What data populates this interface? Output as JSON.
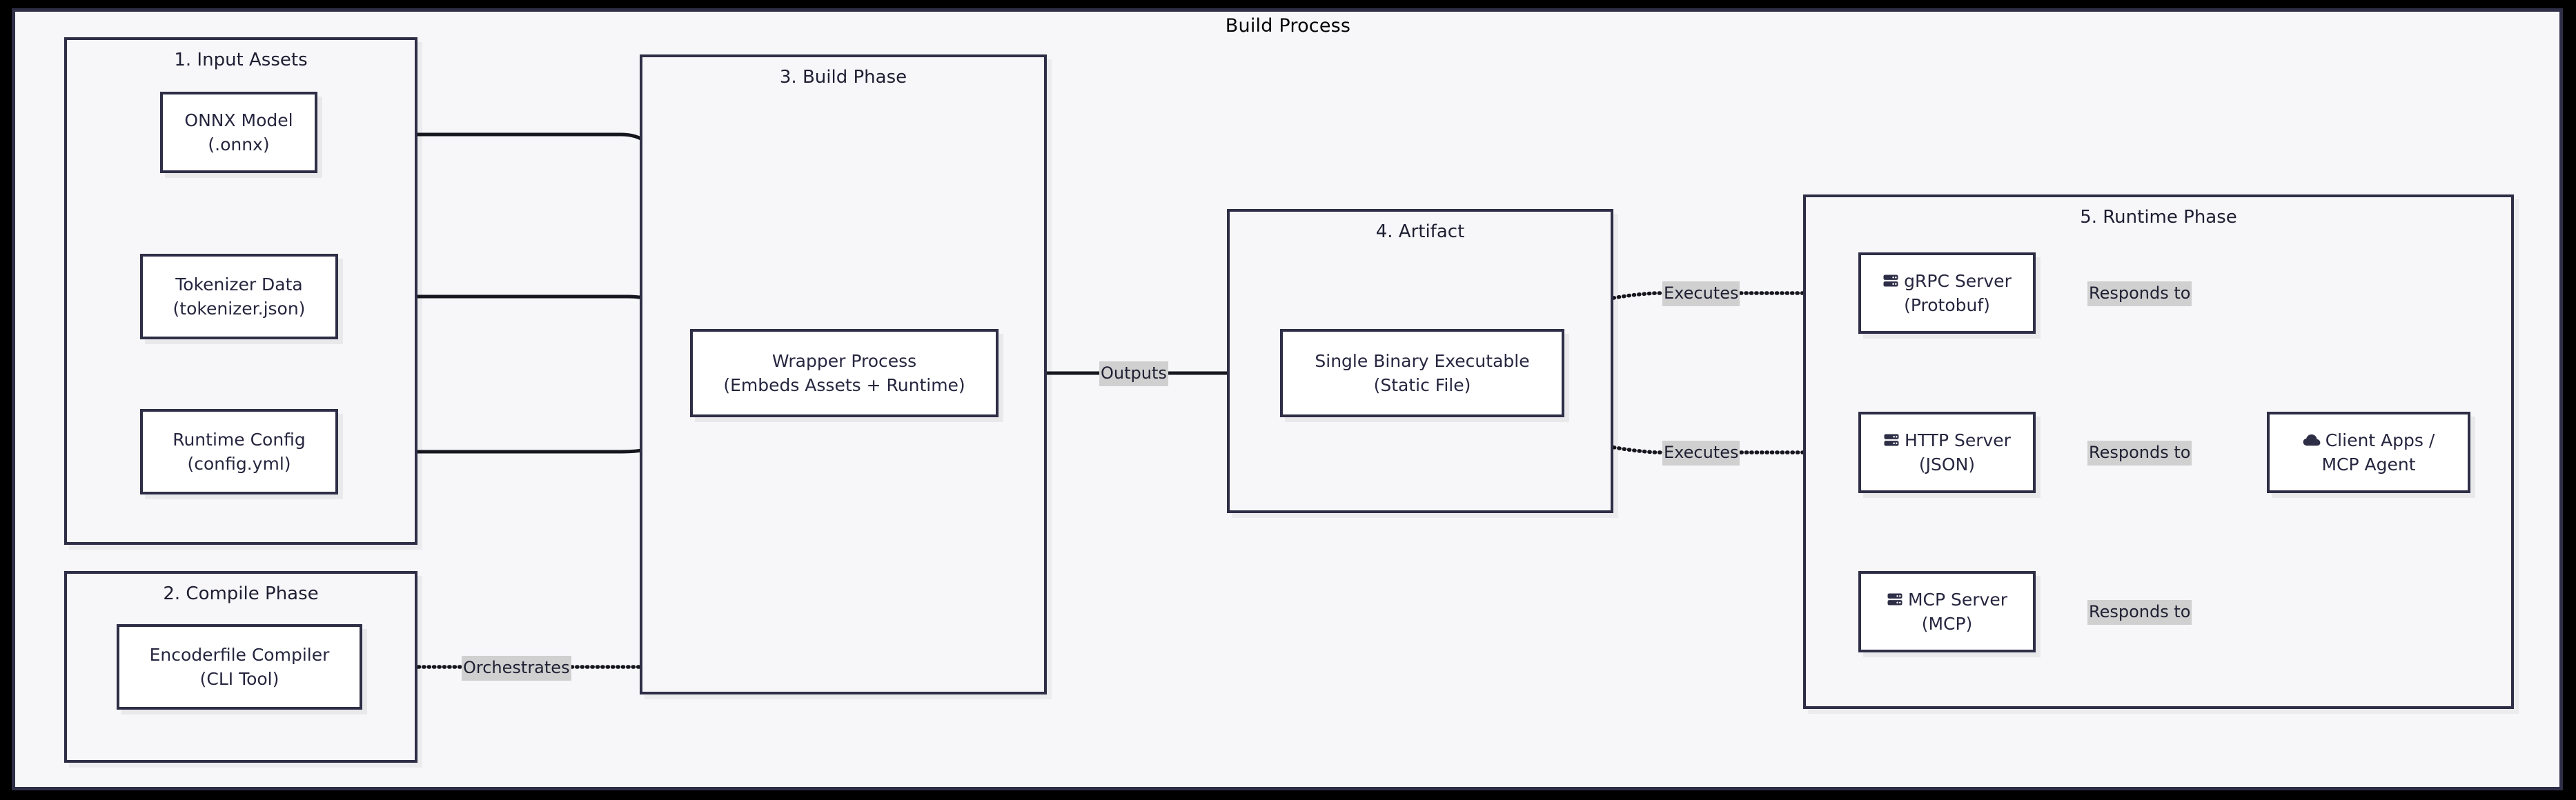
{
  "diagram": {
    "title": "Build Process",
    "type": "flowchart",
    "colors": {
      "page_background": "#000000",
      "canvas_background": "#f7f7fa",
      "stroke": "#2e2e47",
      "node_fill": "#ffffff",
      "edge_label_chip": "#d0d0d0",
      "text": "#262640"
    }
  },
  "clusters": [
    {
      "id": "input-assets",
      "title": "1. Input Assets"
    },
    {
      "id": "compile-phase",
      "title": "2. Compile Phase"
    },
    {
      "id": "build-phase",
      "title": "3. Build Phase"
    },
    {
      "id": "artifact",
      "title": "4. Artifact"
    },
    {
      "id": "runtime-phase",
      "title": "5. Runtime Phase"
    }
  ],
  "nodes": {
    "onnx_model": {
      "line1": "ONNX Model",
      "line2": "(.onnx)"
    },
    "tokenizer_data": {
      "line1": "Tokenizer Data",
      "line2": "(tokenizer.json)"
    },
    "runtime_config": {
      "line1": "Runtime Config",
      "line2": "(config.yml)"
    },
    "encoderfile": {
      "line1": "Encoderfile Compiler",
      "line2": "(CLI Tool)"
    },
    "wrapper_process": {
      "line1": "Wrapper Process",
      "line2": "(Embeds Assets + Runtime)"
    },
    "single_binary": {
      "line1": "Single Binary Executable",
      "line2": "(Static File)"
    },
    "grpc_server": {
      "icon": "server-icon",
      "line1": "gRPC Server",
      "line2": "(Protobuf)"
    },
    "http_server": {
      "icon": "server-icon",
      "line1": "HTTP Server",
      "line2": "(JSON)"
    },
    "mcp_server": {
      "icon": "server-icon",
      "line1": "MCP Server",
      "line2": "(MCP)"
    },
    "client_apps": {
      "icon": "cloud-icon",
      "line1": "Client Apps /",
      "line2": "MCP Agent"
    }
  },
  "edges": [
    {
      "id": "onnx-to-wrapper",
      "from": "onnx_model",
      "to": "wrapper_process",
      "label": "",
      "style": "solid"
    },
    {
      "id": "tokenizer-to-wrapper",
      "from": "tokenizer_data",
      "to": "wrapper_process",
      "label": "",
      "style": "solid"
    },
    {
      "id": "config-to-wrapper",
      "from": "runtime_config",
      "to": "wrapper_process",
      "label": "",
      "style": "solid"
    },
    {
      "id": "compiler-to-wrapper",
      "from": "encoderfile",
      "to": "wrapper_process",
      "label": "Orchestrates",
      "style": "dotted"
    },
    {
      "id": "wrapper-to-binary",
      "from": "wrapper_process",
      "to": "single_binary",
      "label": "Outputs",
      "style": "solid"
    },
    {
      "id": "binary-to-grpc",
      "from": "single_binary",
      "to": "grpc_server",
      "label": "Executes",
      "style": "dotted"
    },
    {
      "id": "binary-to-http",
      "from": "single_binary",
      "to": "http_server",
      "label": "Executes",
      "style": "dotted"
    },
    {
      "id": "grpc-to-client",
      "from": "grpc_server",
      "to": "client_apps",
      "label": "Responds to",
      "style": "solid"
    },
    {
      "id": "http-to-client",
      "from": "http_server",
      "to": "client_apps",
      "label": "Responds to",
      "style": "solid"
    },
    {
      "id": "mcp-to-client",
      "from": "mcp_server",
      "to": "client_apps",
      "label": "Responds to",
      "style": "solid"
    }
  ],
  "edge_labels": {
    "orchestrates": "Orchestrates",
    "outputs": "Outputs",
    "executes_grpc": "Executes",
    "executes_http": "Executes",
    "responds_grpc": "Responds to",
    "responds_http": "Responds to",
    "responds_mcp": "Responds to"
  }
}
